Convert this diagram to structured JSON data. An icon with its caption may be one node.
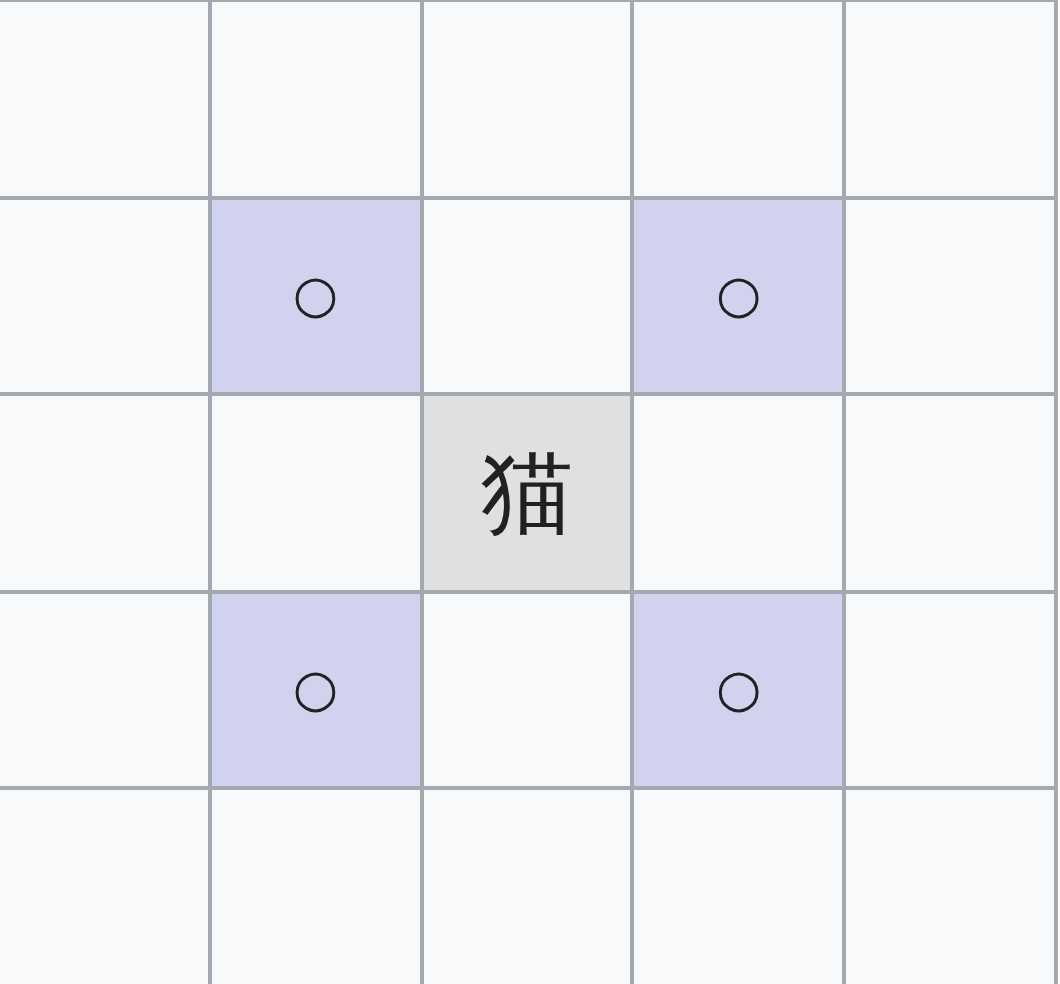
{
  "diagram": {
    "nodes": [
      {
        "text": [],
        "shape": "box"
      },
      {
        "text": [],
        "shape": "box"
      },
      {
        "text": [],
        "shape": "box"
      },
      {
        "text": [],
        "shape": "box"
      },
      {
        "text": [],
        "shape": "box"
      },
      {
        "text": [],
        "shape": "box"
      },
      {
        "text": [
          "○"
        ]
      },
      {
        "text": [],
        "shape": "box"
      },
      {
        "text": [
          "○"
        ]
      },
      {
        "text": [],
        "shape": "box"
      },
      {
        "text": [],
        "shape": "box"
      },
      {
        "text": [],
        "shape": "box"
      },
      {
        "text": [
          "猫"
        ]
      },
      {
        "text": [],
        "shape": "box"
      },
      {
        "text": [],
        "shape": "box"
      },
      {
        "text": [],
        "shape": "box"
      },
      {
        "text": [
          "○"
        ]
      },
      {
        "text": [],
        "shape": "box"
      },
      {
        "text": [
          "○"
        ]
      },
      {
        "text": [],
        "shape": "box"
      },
      {
        "text": [],
        "shape": "box"
      },
      {
        "text": [],
        "shape": "box"
      },
      {
        "text": [],
        "shape": "box"
      },
      {
        "text": [],
        "shape": "box"
      },
      {
        "text": [],
        "shape": "box"
      }
    ]
  }
}
